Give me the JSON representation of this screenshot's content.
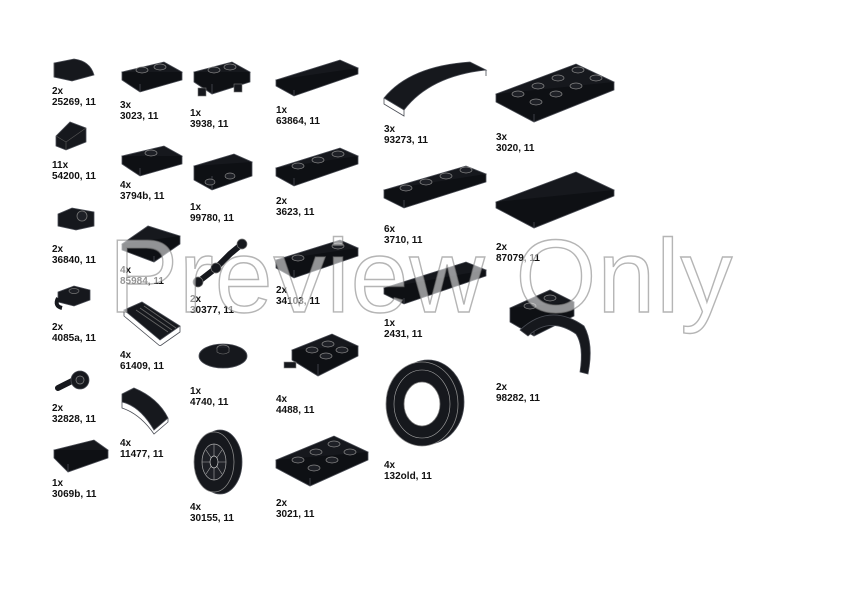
{
  "parts": [
    {
      "qty": "2x",
      "id": "25269, 11",
      "icon": "quarter-round-tile-icon"
    },
    {
      "qty": "11x",
      "id": "54200, 11",
      "icon": "slope-cheese-icon"
    },
    {
      "qty": "2x",
      "id": "36840, 11",
      "icon": "bracket-plate-icon"
    },
    {
      "qty": "2x",
      "id": "4085a, 11",
      "icon": "clip-plate-icon"
    },
    {
      "qty": "2x",
      "id": "32828, 11",
      "icon": "round-plate-handle-icon"
    },
    {
      "qty": "1x",
      "id": "3069b, 11",
      "icon": "tile-1x2-icon"
    },
    {
      "qty": "3x",
      "id": "3023, 11",
      "icon": "plate-1x2-icon"
    },
    {
      "qty": "4x",
      "id": "3794b, 11",
      "icon": "jumper-plate-icon"
    },
    {
      "qty": "4x",
      "id": "85984, 11",
      "icon": "slope-1x2-icon"
    },
    {
      "qty": "4x",
      "id": "61409, 11",
      "icon": "grille-slope-icon"
    },
    {
      "qty": "4x",
      "id": "11477, 11",
      "icon": "curved-slope-icon"
    },
    {
      "qty": "1x",
      "id": "3938, 11",
      "icon": "hinge-brick-icon"
    },
    {
      "qty": "1x",
      "id": "99780, 11",
      "icon": "bracket-inverted-icon"
    },
    {
      "qty": "2x",
      "id": "30377, 11",
      "icon": "robot-arm-icon"
    },
    {
      "qty": "1x",
      "id": "4740, 11",
      "icon": "dish-icon"
    },
    {
      "qty": "4x",
      "id": "30155, 11",
      "icon": "wheel-rim-icon"
    },
    {
      "qty": "1x",
      "id": "63864, 11",
      "icon": "tile-1x3-icon"
    },
    {
      "qty": "2x",
      "id": "3623, 11",
      "icon": "plate-1x3-icon"
    },
    {
      "qty": "2x",
      "id": "34103, 11",
      "icon": "plate-modified-icon"
    },
    {
      "qty": "4x",
      "id": "4488, 11",
      "icon": "wheel-holder-plate-icon"
    },
    {
      "qty": "2x",
      "id": "3021, 11",
      "icon": "plate-2x3-icon"
    },
    {
      "qty": "3x",
      "id": "93273, 11",
      "icon": "curved-arch-icon"
    },
    {
      "qty": "6x",
      "id": "3710, 11",
      "icon": "plate-1x4-icon"
    },
    {
      "qty": "1x",
      "id": "2431, 11",
      "icon": "tile-1x4-icon"
    },
    {
      "qty": "4x",
      "id": "132old, 11",
      "icon": "tire-icon"
    },
    {
      "qty": "3x",
      "id": "3020, 11",
      "icon": "plate-2x4-icon"
    },
    {
      "qty": "2x",
      "id": "87079, 11",
      "icon": "tile-2x4-icon"
    },
    {
      "qty": "2x",
      "id": "98282, 11",
      "icon": "mudguard-icon"
    }
  ],
  "watermark": "Preview Only"
}
